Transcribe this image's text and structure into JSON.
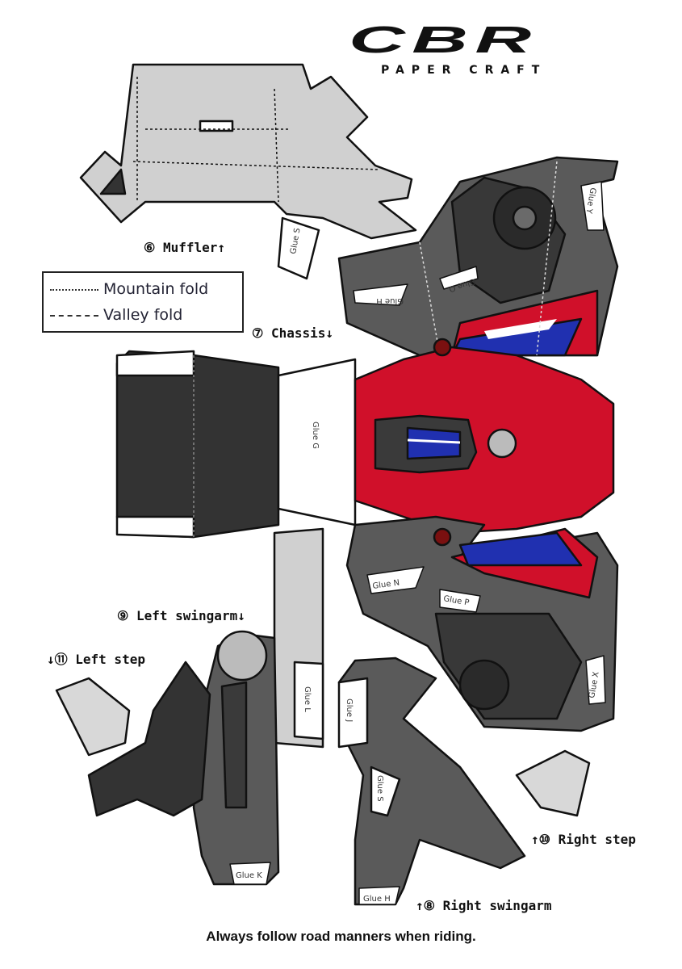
{
  "logo": {
    "title": "CBR",
    "subtitle": "PAPER CRAFT"
  },
  "parts": {
    "muffler": "⑥ Muffler↑",
    "chassis": "⑦ Chassis↓",
    "left_swingarm": "⑨ Left swingarm↓",
    "left_step": "↓⑪ Left step",
    "right_step": "↑⑩ Right step",
    "right_swingarm": "↑⑧ Right swingarm"
  },
  "legend": {
    "mountain": "Mountain fold",
    "valley": "Valley fold"
  },
  "glue": {
    "muffler_s": "Glue S",
    "chassis_h": "Glue H",
    "chassis_o": "Glue O",
    "chassis_y": "Glue Y",
    "chassis_g": "Glue G",
    "chassis_n": "Glue N",
    "chassis_p": "Glue P",
    "chassis_x": "Glue X",
    "left_l": "Glue L",
    "left_k": "Glue K",
    "right_j": "Glue J",
    "right_s": "Glue S",
    "right_h": "Glue H"
  },
  "footer": "Always follow road manners when riding.",
  "colors": {
    "red": "#d0102a",
    "blue": "#2030b0",
    "dark": "#3a3a3a",
    "mid": "#6a6a6a",
    "light": "#d0d0d0"
  }
}
